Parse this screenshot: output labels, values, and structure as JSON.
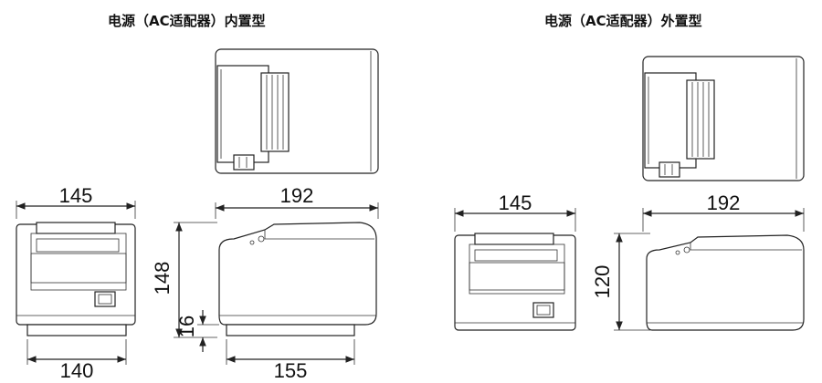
{
  "titles": {
    "left": "电源（AC适配器）内置型",
    "right": "电源（AC适配器）外置型"
  },
  "internal": {
    "front_width": "145",
    "side_depth": "192",
    "height": "148",
    "base_height": "16",
    "base_width": "140",
    "base_depth": "155"
  },
  "external": {
    "front_width": "145",
    "side_depth": "192",
    "height": "120"
  }
}
